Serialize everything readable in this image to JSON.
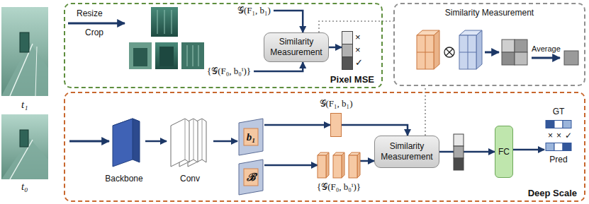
{
  "diagram": {
    "nodes": [
      {
        "text": [
          "Pixel MSE"
        ]
      },
      {
        "text": [
          "Similarity Measurement"
        ],
        "in": 0
      },
      {
        "text": [
          "×",
          "×",
          "✓"
        ],
        "in": 0
      },
      {
        "text": [
          "Similarity Measurement"
        ]
      },
      {
        "text": [
          "Deep Scale"
        ]
      },
      {
        "text": [
          "Backbone"
        ],
        "in": 4
      },
      {
        "text": [
          "Conv"
        ],
        "in": 4
      },
      {
        "text": [
          "b₁"
        ],
        "in": 4
      },
      {
        "text": [
          "ℬ"
        ],
        "in": 4
      },
      {
        "text": [
          "𝒢(F₁, b₁)"
        ],
        "in": 4
      },
      {
        "text": [
          "{𝒢(F₀, b₀ⁱ)}"
        ],
        "in": 4
      },
      {
        "text": [
          "Similarity Measurement"
        ],
        "in": 4
      },
      {
        "text": [
          "FC"
        ],
        "in": 4
      },
      {
        "text": [
          "GT"
        ],
        "in": 4
      },
      {
        "text": [
          "Pred"
        ],
        "in": 4
      }
    ],
    "edges": [
      {
        "from": 1,
        "to": 2,
        "arrow": "to"
      },
      {
        "from": 1,
        "to": 3,
        "arrow": "none"
      },
      {
        "from": 5,
        "to": 6,
        "arrow": "to"
      },
      {
        "from": 6,
        "to": 7,
        "arrow": "to"
      },
      {
        "from": 7,
        "to": 9,
        "arrow": "to"
      },
      {
        "from": 8,
        "to": 10,
        "arrow": "to"
      },
      {
        "from": 9,
        "to": 11,
        "arrow": "to"
      },
      {
        "from": 10,
        "to": 11,
        "arrow": "to"
      },
      {
        "from": 11,
        "to": 3,
        "arrow": "none"
      },
      {
        "from": 11,
        "to": 12,
        "arrow": "to"
      },
      {
        "from": 12,
        "to": 14,
        "arrow": "to"
      }
    ],
    "labels": [
      "t₁",
      "t₀",
      "Resize",
      "Crop",
      "𝒢(F₁, b₁)",
      "{𝒢(F₀, b₀ⁱ)}",
      "Average",
      "×",
      "×",
      "✓"
    ]
  }
}
